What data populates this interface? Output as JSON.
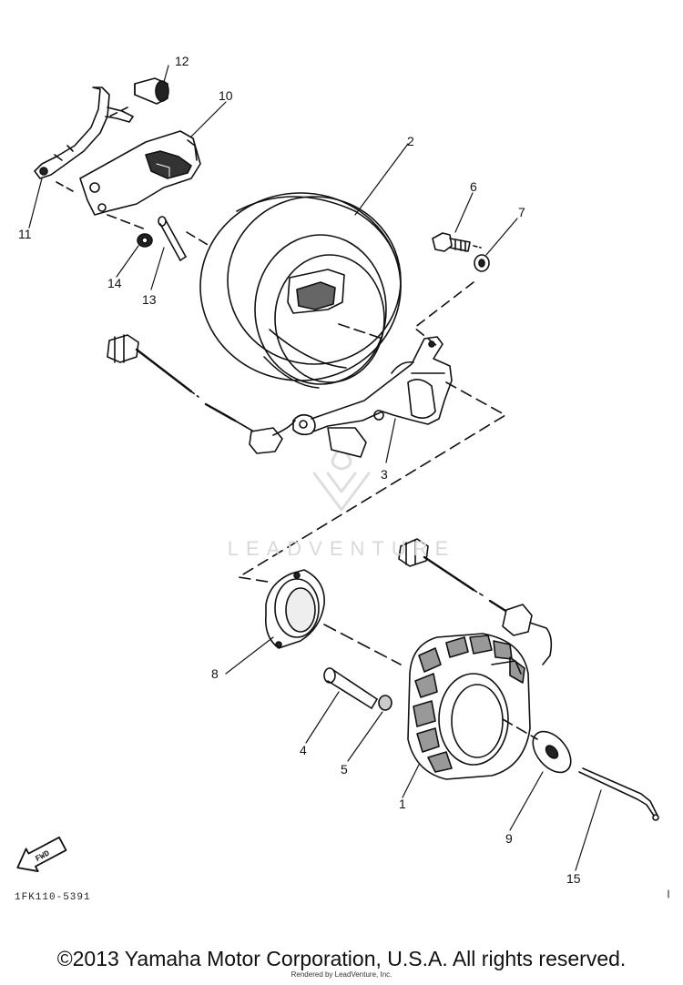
{
  "diagram": {
    "part_code": "1FK110-5391",
    "callouts": [
      "1",
      "2",
      "3",
      "4",
      "5",
      "6",
      "7",
      "8",
      "9",
      "10",
      "11",
      "12",
      "13",
      "14",
      "15"
    ],
    "fwd_label": "FWD",
    "watermark": "LEADVENTURE"
  },
  "footer": {
    "copyright": "©2013 Yamaha Motor Corporation, U.S.A. All rights reserved.",
    "rendered_by": "Rendered by LeadVenture, Inc."
  }
}
